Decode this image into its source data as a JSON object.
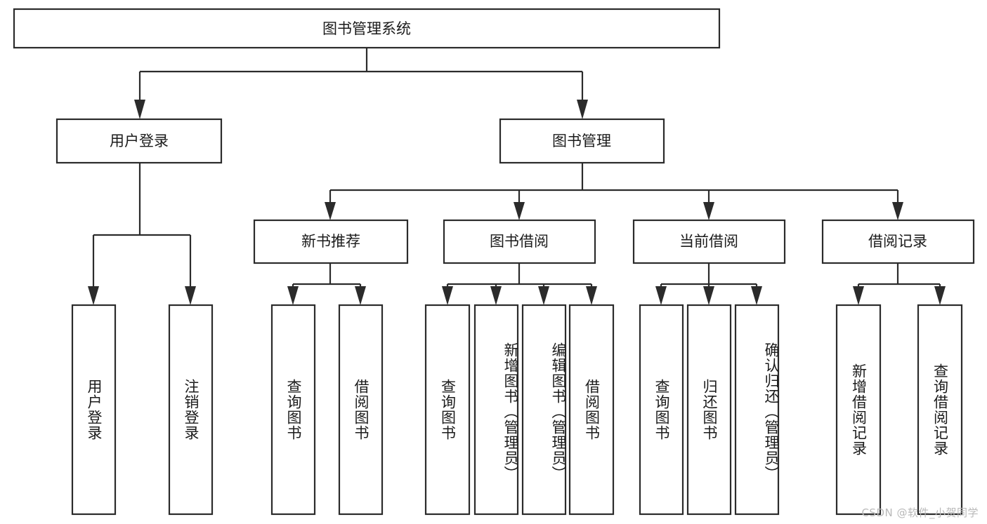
{
  "diagram": {
    "type": "hierarchical-tree",
    "orientation": "top-down",
    "title": "图书管理系统",
    "watermark": "CSDN @软件_小贺同学",
    "colors": {
      "stroke": "#2b2b2b",
      "box_fill": "#ffffff",
      "text": "#1b1b1b",
      "background": "#ffffff",
      "watermark": "#b9b9b9"
    },
    "levels": {
      "root": "图书管理系统",
      "level2": [
        "用户登录",
        "图书管理"
      ],
      "level3": [
        "新书推荐",
        "图书借阅",
        "当前借阅",
        "借阅记录"
      ],
      "level4": [
        "用户登录",
        "注销登录",
        "查询图书",
        "借阅图书",
        "查询图书",
        "新增图书（管理员）",
        "编辑图书（管理员）",
        "借阅图书",
        "查询图书",
        "归还图书",
        "确认归还（管理员）",
        "新增借阅记录",
        "查询借阅记录"
      ]
    },
    "nodes": {
      "root": {
        "label": "图书管理系统"
      },
      "user_login": {
        "label": "用户登录"
      },
      "book_manage": {
        "label": "图书管理"
      },
      "new_book_rec": {
        "label": "新书推荐"
      },
      "book_borrow": {
        "label": "图书借阅"
      },
      "current_borrow": {
        "label": "当前借阅"
      },
      "borrow_record": {
        "label": "借阅记录"
      },
      "leaf_user_login": {
        "label": "用户登录"
      },
      "leaf_logout": {
        "label": "注销登录"
      },
      "leaf_query_book_1": {
        "label": "查询图书"
      },
      "leaf_borrow_book_1": {
        "label": "借阅图书"
      },
      "leaf_query_book_2": {
        "label": "查询图书"
      },
      "leaf_add_book_admin": {
        "label": "新增图书（管理员）"
      },
      "leaf_edit_book_admin": {
        "label": "编辑图书（管理员）"
      },
      "leaf_borrow_book_2": {
        "label": "借阅图书"
      },
      "leaf_query_book_3": {
        "label": "查询图书"
      },
      "leaf_return_book": {
        "label": "归还图书"
      },
      "leaf_confirm_return_admin": {
        "label": "确认归还（管理员）"
      },
      "leaf_add_borrow_record": {
        "label": "新增借阅记录"
      },
      "leaf_query_borrow_record": {
        "label": "查询借阅记录"
      }
    },
    "edges": [
      {
        "from": "图书管理系统",
        "to": "用户登录"
      },
      {
        "from": "图书管理系统",
        "to": "图书管理"
      },
      {
        "from": "用户登录",
        "to": "用户登录"
      },
      {
        "from": "用户登录",
        "to": "注销登录"
      },
      {
        "from": "图书管理",
        "to": "新书推荐"
      },
      {
        "from": "图书管理",
        "to": "图书借阅"
      },
      {
        "from": "图书管理",
        "to": "当前借阅"
      },
      {
        "from": "图书管理",
        "to": "借阅记录"
      },
      {
        "from": "新书推荐",
        "to": "查询图书"
      },
      {
        "from": "新书推荐",
        "to": "借阅图书"
      },
      {
        "from": "图书借阅",
        "to": "查询图书"
      },
      {
        "from": "图书借阅",
        "to": "新增图书（管理员）"
      },
      {
        "from": "图书借阅",
        "to": "编辑图书（管理员）"
      },
      {
        "from": "图书借阅",
        "to": "借阅图书"
      },
      {
        "from": "当前借阅",
        "to": "查询图书"
      },
      {
        "from": "当前借阅",
        "to": "归还图书"
      },
      {
        "from": "当前借阅",
        "to": "确认归还（管理员）"
      },
      {
        "from": "借阅记录",
        "to": "新增借阅记录"
      },
      {
        "from": "借阅记录",
        "to": "查询借阅记录"
      }
    ]
  }
}
